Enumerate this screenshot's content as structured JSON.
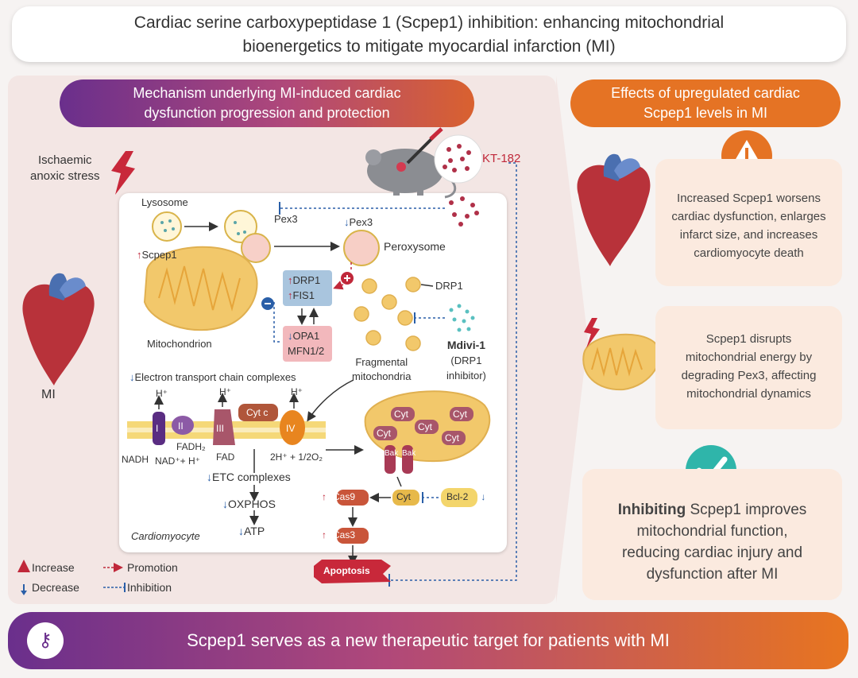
{
  "title": {
    "line1": "Cardiac serine carboxypeptidase 1 (Scpep1) inhibition: enhancing mitochondrial",
    "line2": "bioenergetics to mitigate myocardial infarction (MI)"
  },
  "left_header": {
    "line1": "Mechanism underlying MI-induced cardiac",
    "line2": "dysfunction progression and protection"
  },
  "right_header": {
    "line1": "Effects of upregulated cardiac",
    "line2": "Scpep1 levels in MI"
  },
  "diagram": {
    "stress": {
      "line1": "Ischaemic",
      "line2": "anoxic stress"
    },
    "mi": "MI",
    "kt182": "KT-182",
    "lysosome": "Lysosome",
    "scpep1": "Scpep1",
    "pex3": "Pex3",
    "pex3_down": "Pex3",
    "peroxysome": "Peroxysome",
    "mitochondrion": "Mitochondrion",
    "drp1_box": "DRP1",
    "fis1_box": "FIS1",
    "opa1": "OPA1",
    "mfn": "MFN1/2",
    "drp1": "DRP1",
    "mdivi": "Mdivi-1",
    "mdivi_sub1": "(DRP1",
    "mdivi_sub2": "inhibitor)",
    "fragmental1": "Fragmental",
    "fragmental2": "mitochondria",
    "etc_title": "Electron transport chain complexes",
    "complex_I": "I",
    "complex_II": "II",
    "complex_III": "III",
    "complex_IV": "IV",
    "cytc": "Cyt c",
    "hplus": "H⁺",
    "fadh2": "FADH₂",
    "fad": "FAD",
    "nadh": "NADH",
    "nad": "NAD⁺+ H⁺",
    "water": "2H⁺ + 1/2O₂",
    "etc_complexes": "ETC complexes",
    "oxphos": "OXPHOS",
    "atp": "ATP",
    "cardiomyocyte": "Cardiomyocyte",
    "cyt": "Cyt",
    "bak": "Bak",
    "cas9": "Cas9",
    "cas3": "Cas3",
    "bcl2": "Bcl-2",
    "apoptosis": "Apoptosis"
  },
  "legend": {
    "increase": "Increase",
    "decrease": "Decrease",
    "promotion": "Promotion",
    "inhibition": "Inhibition"
  },
  "effects": [
    {
      "lines": [
        "Increased Scpep1 worsens",
        "cardiac dysfunction, enlarges",
        "infarct size, and increases",
        "cardiomyocyte death"
      ]
    },
    {
      "lines": [
        "Scpep1 disrupts",
        "mitochondrial energy by",
        "degrading Pex3, affecting",
        "mitochondrial dynamics"
      ]
    },
    {
      "lead": "Inhibiting",
      "lines": [
        "Scpep1 improves",
        "mitochondrial function,",
        "reducing cardiac injury and",
        "dysfunction after MI"
      ]
    }
  ],
  "bottom": "Scpep1 serves as a new therapeutic target for patients with MI",
  "colors": {
    "purple": "#6a2f8c",
    "orange": "#e57324",
    "red": "#c0283a",
    "blue": "#2a5fa8",
    "panel": "#f3e6e4"
  }
}
